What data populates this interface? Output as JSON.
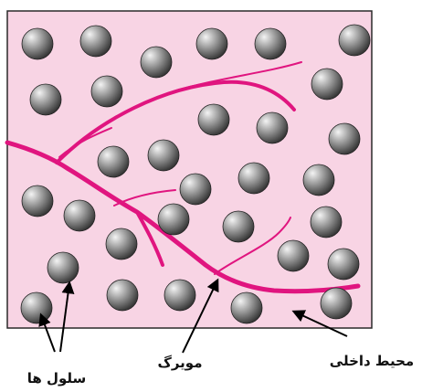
{
  "colors": {
    "background": "#ffffff",
    "tissue_fill": "#f8d4e4",
    "border": "#2a2a2a",
    "capillary": "#e0157f",
    "cell_light": "#f4f4f4",
    "cell_mid": "#9a9a9a",
    "cell_dark": "#2b2b2b",
    "label_text": "#111111",
    "arrow": "#000000"
  },
  "labels": {
    "cells": "سلول ها",
    "capillary": "مویرگ",
    "interstitial_fluid": "محیط داخلی"
  },
  "icons": {
    "cell": "sphere-cell-icon",
    "arrow": "arrow-pointer-icon"
  }
}
